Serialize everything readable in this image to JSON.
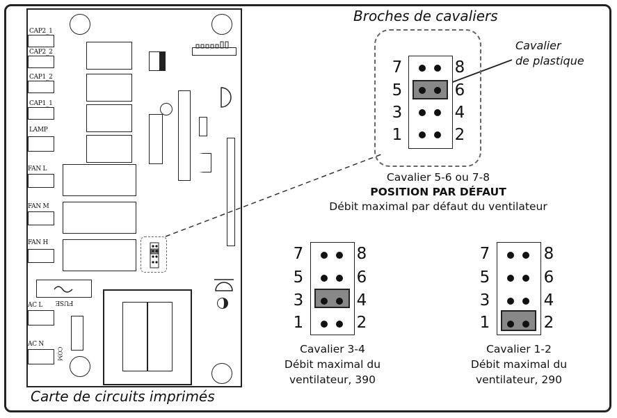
{
  "board": {
    "caption": "Carte de circuits imprimés",
    "labels": [
      "CAP2_1",
      "CAP2_2",
      "CAP1_2",
      "CAP1_1",
      "LAMP",
      "FAN L",
      "FAN M",
      "FAN H",
      "AC L",
      "AC N",
      "FUSE",
      "COM"
    ]
  },
  "pin_header_title": "Broches de cavaliers",
  "callout": {
    "line1": "Cavalier",
    "line2": "de plastique"
  },
  "default_block": {
    "line1": "Cavalier 5-6 ou 7-8",
    "line2": "POSITION PAR DÉFAUT",
    "line3": "Débit maximal par défaut du ventilateur",
    "left_pins": [
      "7",
      "5",
      "3",
      "1"
    ],
    "right_pins": [
      "8",
      "6",
      "4",
      "2"
    ]
  },
  "block_34": {
    "line1": "Cavalier 3-4",
    "line2": "Débit maximal du",
    "line3": "ventilateur, 390",
    "left_pins": [
      "7",
      "5",
      "3",
      "1"
    ],
    "right_pins": [
      "8",
      "6",
      "4",
      "2"
    ]
  },
  "block_12": {
    "line1": "Cavalier 1-2",
    "line2": "Débit maximal du",
    "line3": "ventilateur, 290",
    "left_pins": [
      "7",
      "5",
      "3",
      "1"
    ],
    "right_pins": [
      "8",
      "6",
      "4",
      "2"
    ]
  },
  "colors": {
    "jumper_cap": "#888888",
    "outline": "#222222"
  }
}
